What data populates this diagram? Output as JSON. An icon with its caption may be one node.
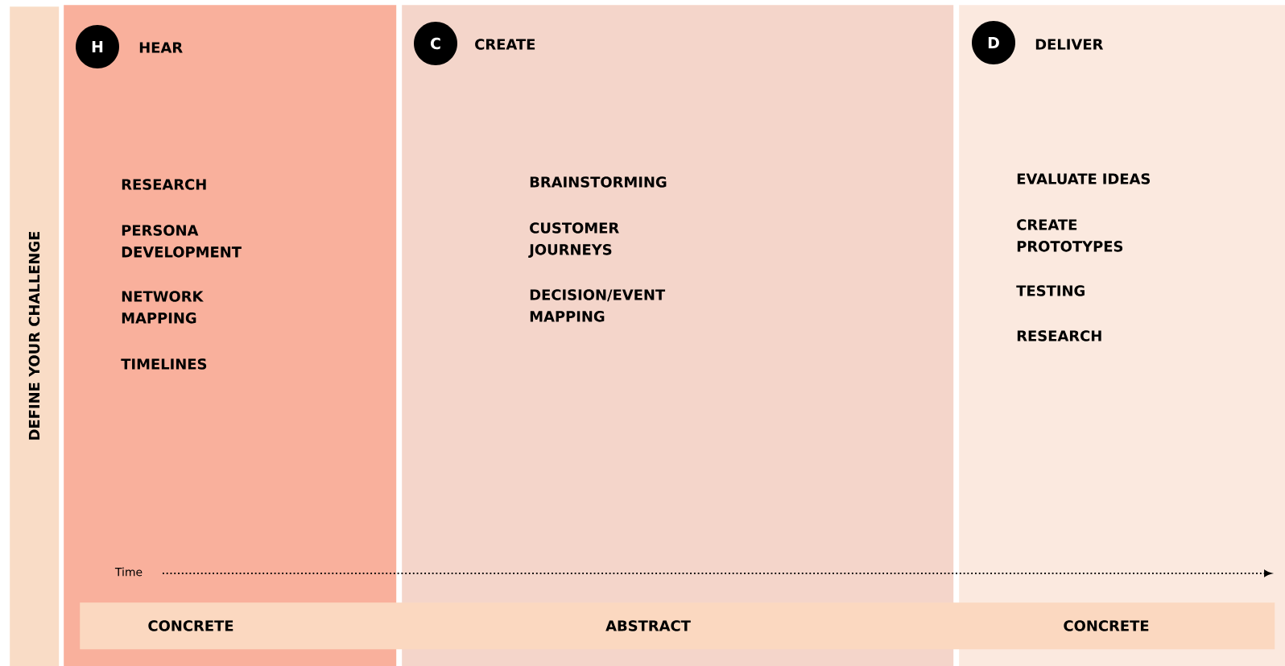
{
  "diagram": {
    "nodes": [
      {
        "text": [
          "DEFINE YOUR CHALLENGE"
        ]
      },
      {
        "text": [
          "HEAR",
          "RESEARCH",
          "PERSONA DEVELOPMENT",
          "NETWORK MAPPING",
          "TIMELINES"
        ]
      },
      {
        "text": [
          "H"
        ],
        "in": 1
      },
      {
        "text": [
          "CREATE",
          "BRAINSTORMING",
          "CUSTOMER JOURNEYS",
          "DECISION/EVENT MAPPING"
        ]
      },
      {
        "text": [
          "C"
        ],
        "in": 3
      },
      {
        "text": [
          "DELIVER",
          "EVALUATE IDEAS",
          "CREATE PROTOTYPES",
          "TESTING",
          "RESEARCH"
        ]
      },
      {
        "text": [
          "D"
        ],
        "in": 5
      },
      {
        "text": [
          "CONCRETE",
          "ABSTRACT",
          "CONCRETE"
        ]
      }
    ],
    "edges": [],
    "labels": [
      "Time"
    ]
  }
}
